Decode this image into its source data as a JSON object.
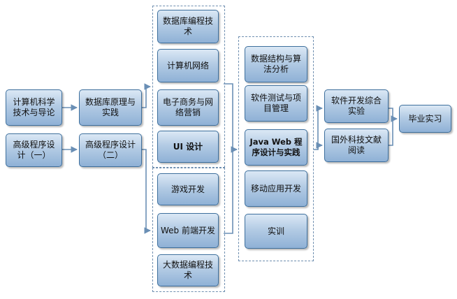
{
  "nodes": {
    "n1": "计算机科学技术与导论",
    "n2": "高级程序设计（一）",
    "n3": "数据库原理与实践",
    "n4": "高级程序设计（二）",
    "n5": "数据库编程技术",
    "n6": "计算机网络",
    "n7": "电子商务与网络营销",
    "n8": "UI 设计",
    "n9": "游戏开发",
    "n10": "Web 前端开发",
    "n11": "大数据编程技术",
    "n12": "数据结构与算法分析",
    "n13": "软件测试与项目管理",
    "n14": "Java Web 程序设计与实践",
    "n15": "移动应用开发",
    "n16": "实训",
    "n17": "软件开发综合实验",
    "n18": "国外科技文献阅读",
    "n19": "毕业实习"
  }
}
